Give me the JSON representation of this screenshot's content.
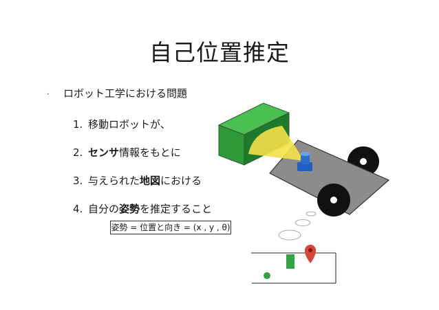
{
  "slide": {
    "title": "自己位置推定",
    "bullet": "ロボット工学における問題",
    "bullet_marker": "·",
    "items": [
      {
        "num": "1.",
        "pre": "移動ロボットが、",
        "bold": "",
        "post": ""
      },
      {
        "num": "2.",
        "pre": "",
        "bold": "センサ",
        "post": "情報をもとに"
      },
      {
        "num": "3.",
        "pre": "与えられた",
        "bold": "地図",
        "post": "における"
      },
      {
        "num": "4.",
        "pre": "自分の",
        "bold": "姿勢",
        "post": "を推定すること"
      }
    ],
    "formula": "姿勢 = 位置と向き = (x , y , θ)"
  },
  "colors": {
    "obstacle_green": "#2e9a3a",
    "map_marker_green": "#33a444",
    "robot_platform": "#8c8c8c",
    "sensor_cone": "#f4e04a",
    "robot_sensor_blue": "#2a6fd0",
    "location_pin": "#d9443a"
  },
  "icons": {
    "location_pin": "map-pin-icon"
  }
}
